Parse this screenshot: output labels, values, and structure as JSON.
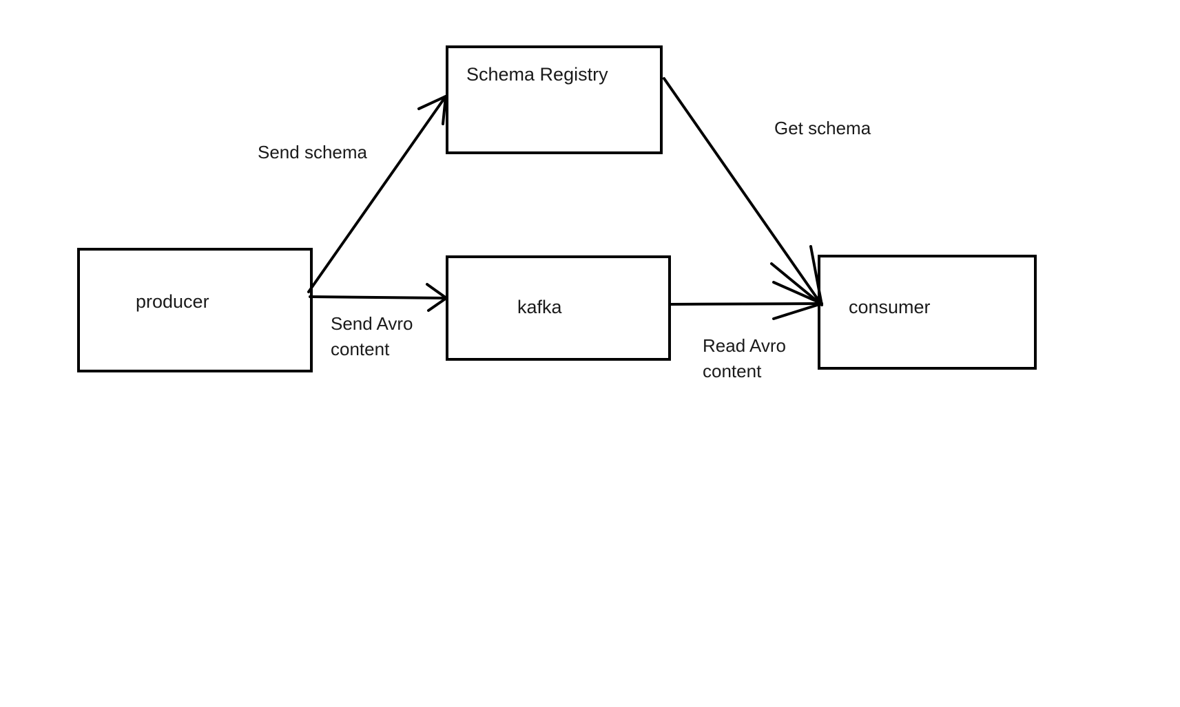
{
  "nodes": {
    "producer": "producer",
    "schema_registry": "Schema Registry",
    "kafka": "kafka",
    "consumer": "consumer"
  },
  "edges": {
    "send_schema": "Send schema",
    "send_avro": [
      "Send Avro",
      "content"
    ],
    "get_schema": "Get schema",
    "read_avro": [
      "Read Avro",
      "content"
    ]
  },
  "colors": {
    "stroke": "#000000",
    "background": "#ffffff"
  }
}
